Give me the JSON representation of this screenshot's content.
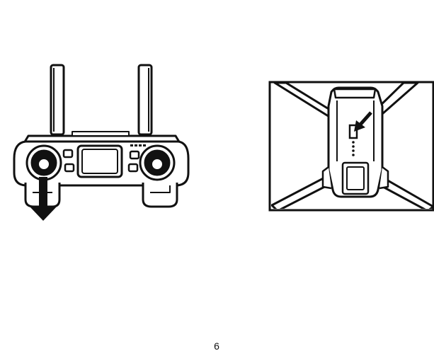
{
  "page": {
    "page_number": "6"
  },
  "figures": [
    {
      "id": "remote-controller",
      "icon": "remote-controller-icon",
      "arrow": "down-arrow"
    },
    {
      "id": "drone-top-view",
      "icon": "drone-icon",
      "arrow": "diagonal-arrow"
    }
  ],
  "colors": {
    "ink": "#111111",
    "paper": "#ffffff"
  }
}
